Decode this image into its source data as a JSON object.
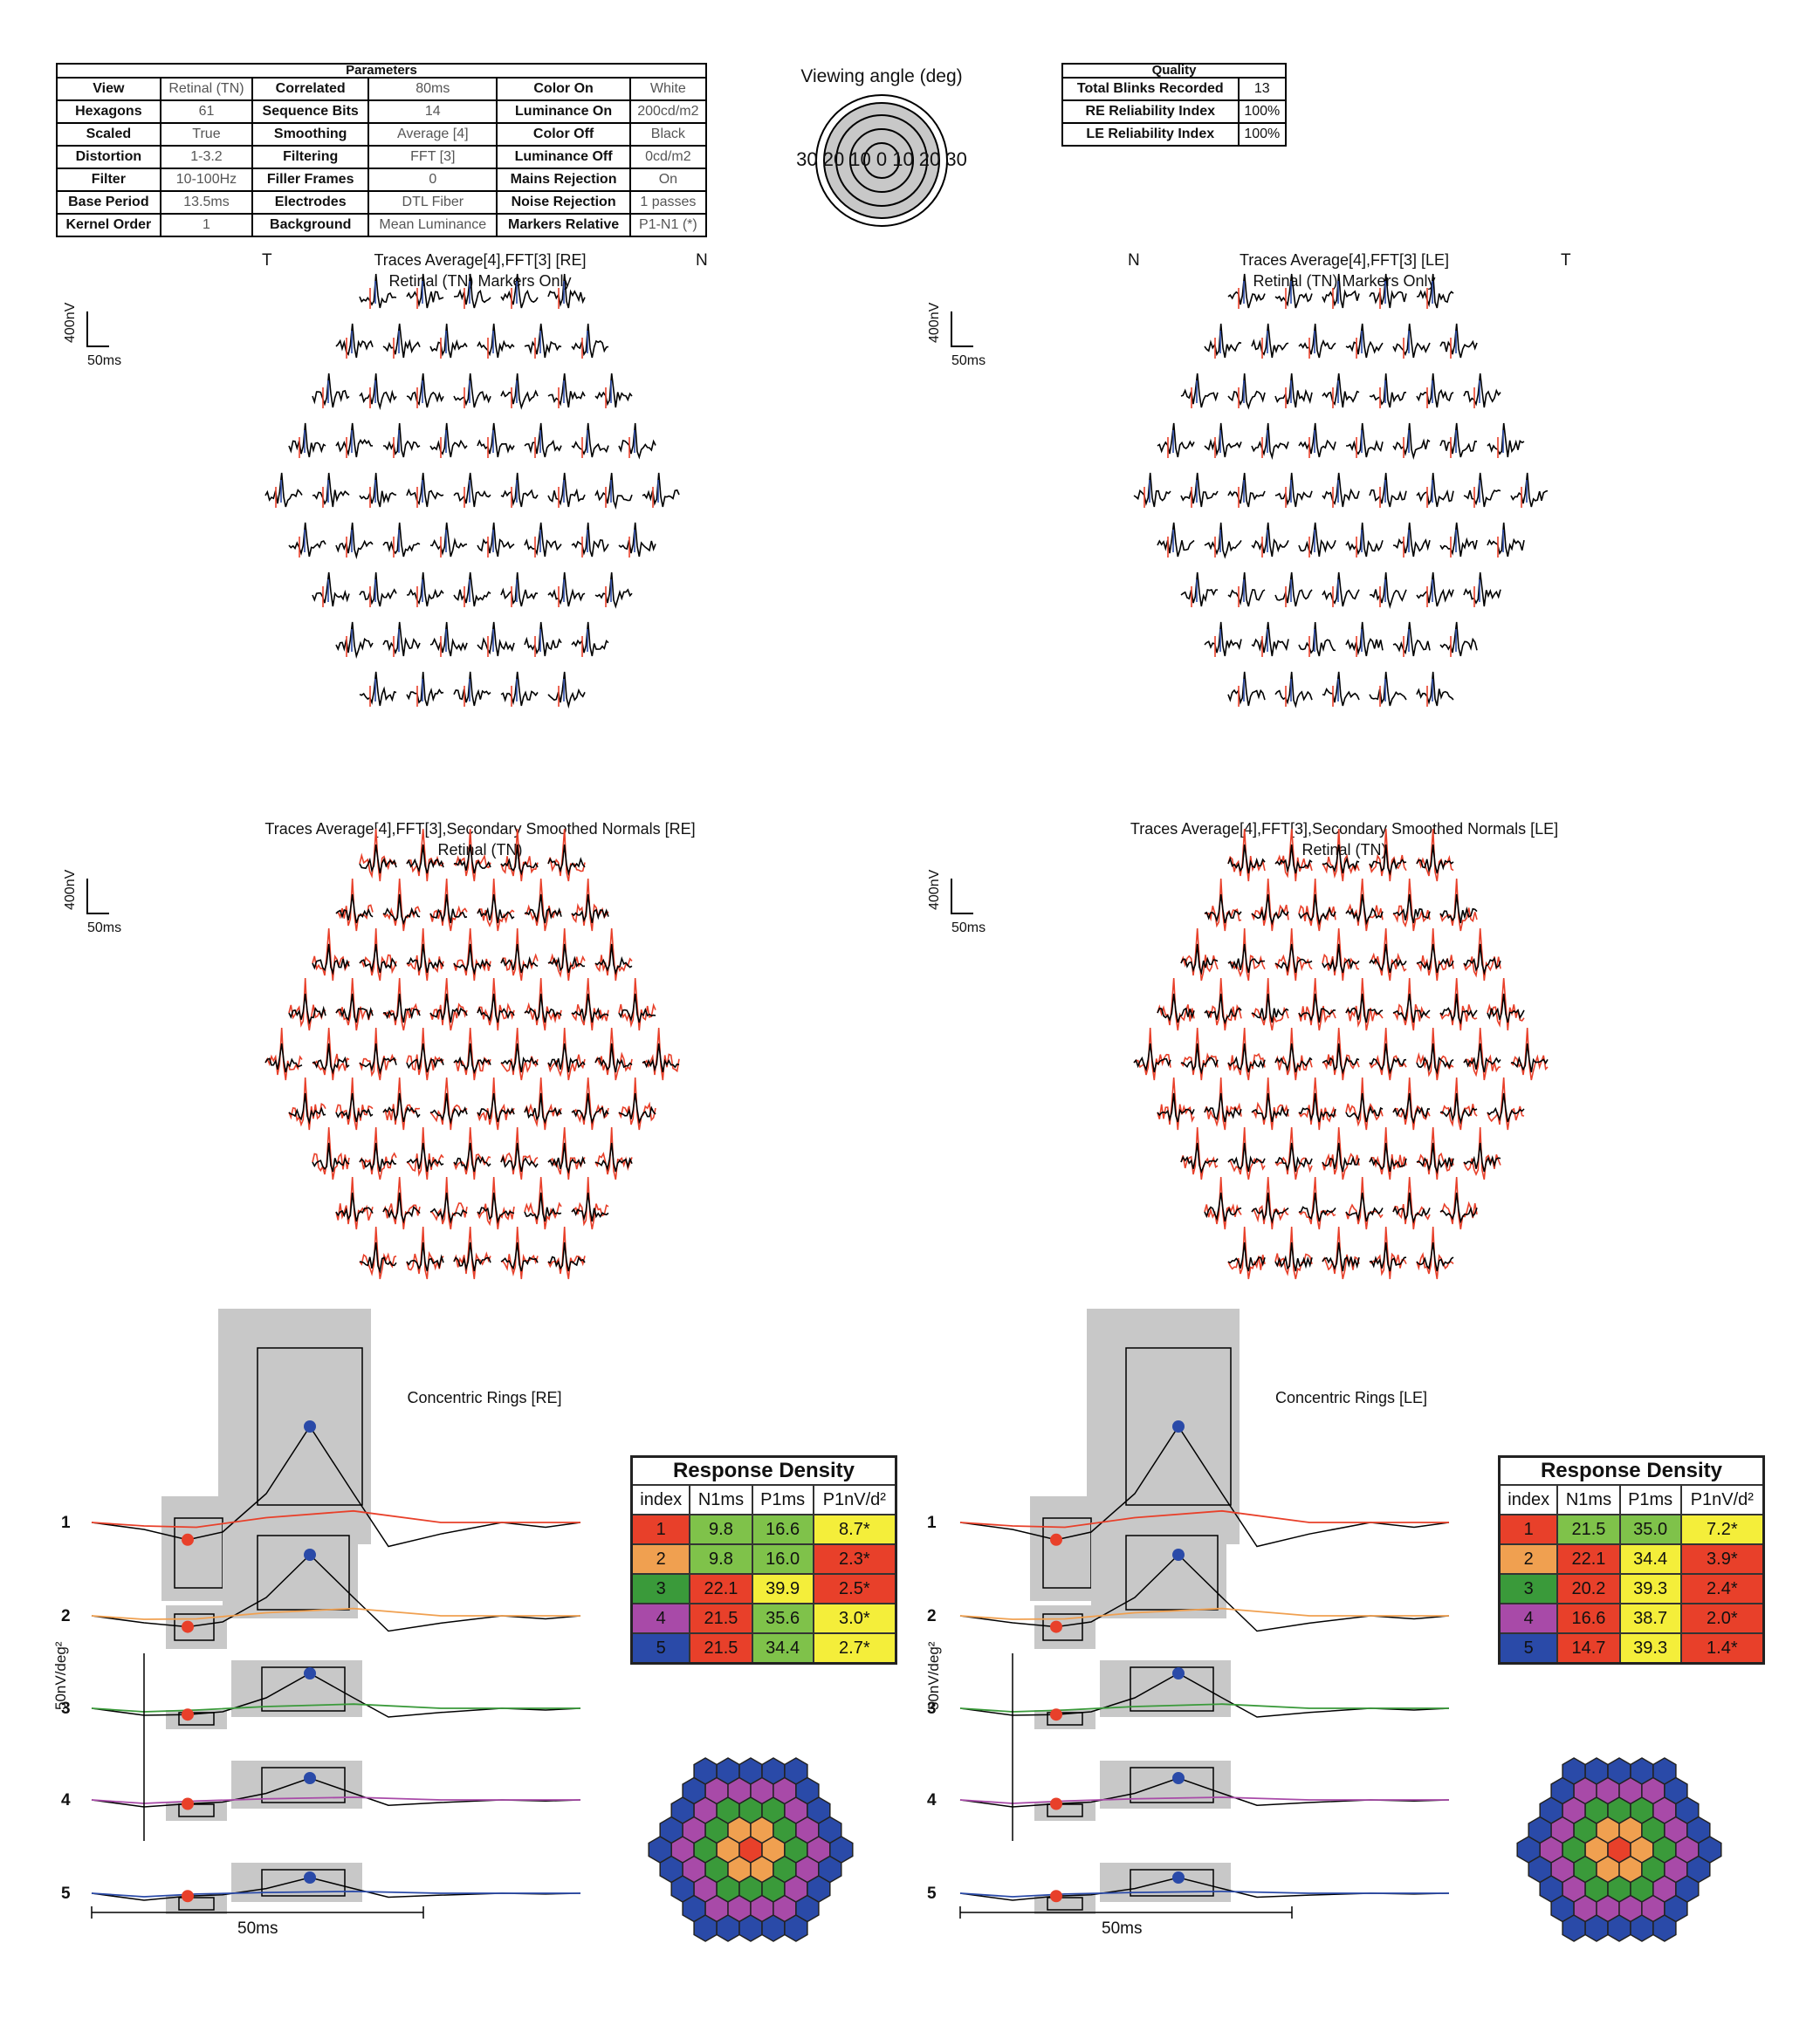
{
  "parameters": {
    "title": "Parameters",
    "rows": [
      [
        "View",
        "Retinal (TN)",
        "Correlated",
        "80ms",
        "Color On",
        "White"
      ],
      [
        "Hexagons",
        "61",
        "Sequence Bits",
        "14",
        "Luminance On",
        "200cd/m2"
      ],
      [
        "Scaled",
        "True",
        "Smoothing",
        "Average [4]",
        "Color Off",
        "Black"
      ],
      [
        "Distortion",
        "1-3.2",
        "Filtering",
        "FFT [3]",
        "Luminance Off",
        "0cd/m2"
      ],
      [
        "Filter",
        "10-100Hz",
        "Filler Frames",
        "0",
        "Mains Rejection",
        "On"
      ],
      [
        "Base Period",
        "13.5ms",
        "Electrodes",
        "DTL Fiber",
        "Noise Rejection",
        "1 passes"
      ],
      [
        "Kernel Order",
        "1",
        "Background",
        "Mean Luminance",
        "Markers Relative",
        "P1-N1 (*)"
      ]
    ]
  },
  "viewing_angle": {
    "title": "Viewing angle (deg)",
    "scale_text": "30 20 10 0 10 20 30"
  },
  "quality": {
    "title": "Quality",
    "rows": [
      [
        "Total Blinks Recorded",
        "13"
      ],
      [
        "RE Reliability Index",
        "100%"
      ],
      [
        "LE Reliability Index",
        "100%"
      ]
    ]
  },
  "right_eye": {
    "side_left": "T",
    "side_right": "N",
    "traces_title": "Traces Average[4],FFT[3] [RE]",
    "traces_subtitle": "Retinal (TN) Markers Only",
    "normals_title": "Traces Average[4],FFT[3],Secondary Smoothed Normals [RE]",
    "normals_subtitle": "Retinal (TN)",
    "rings_title": "Concentric Rings [RE]",
    "response_density": {
      "title": "Response Density",
      "columns": [
        "index",
        "N1ms",
        "P1ms",
        "P1nV/d²"
      ],
      "rows": [
        {
          "index": "1",
          "n1": "9.8",
          "p1": "16.6",
          "amp": "8.7*",
          "c_i": "#e8402a",
          "c_n": "#7fc24a",
          "c_p": "#7fc24a",
          "c_a": "#f4ee3a"
        },
        {
          "index": "2",
          "n1": "9.8",
          "p1": "16.0",
          "amp": "2.3*",
          "c_i": "#f0a050",
          "c_n": "#7fc24a",
          "c_p": "#7fc24a",
          "c_a": "#e8402a"
        },
        {
          "index": "3",
          "n1": "22.1",
          "p1": "39.9",
          "amp": "2.5*",
          "c_i": "#3a9a3a",
          "c_n": "#e8402a",
          "c_p": "#f4ee3a",
          "c_a": "#e8402a"
        },
        {
          "index": "4",
          "n1": "21.5",
          "p1": "35.6",
          "amp": "3.0*",
          "c_i": "#a84aa8",
          "c_n": "#e8402a",
          "c_p": "#7fc24a",
          "c_a": "#f4ee3a"
        },
        {
          "index": "5",
          "n1": "21.5",
          "p1": "34.4",
          "amp": "2.7*",
          "c_i": "#2a4aa8",
          "c_n": "#e8402a",
          "c_p": "#7fc24a",
          "c_a": "#f4ee3a"
        }
      ]
    }
  },
  "left_eye": {
    "side_left": "N",
    "side_right": "T",
    "traces_title": "Traces Average[4],FFT[3] [LE]",
    "traces_subtitle": "Retinal (TN) Markers Only",
    "normals_title": "Traces Average[4],FFT[3],Secondary Smoothed Normals [LE]",
    "normals_subtitle": "Retinal (TN)",
    "rings_title": "Concentric Rings [LE]",
    "response_density": {
      "title": "Response Density",
      "columns": [
        "index",
        "N1ms",
        "P1ms",
        "P1nV/d²"
      ],
      "rows": [
        {
          "index": "1",
          "n1": "21.5",
          "p1": "35.0",
          "amp": "7.2*",
          "c_i": "#e8402a",
          "c_n": "#7fc24a",
          "c_p": "#7fc24a",
          "c_a": "#f4ee3a"
        },
        {
          "index": "2",
          "n1": "22.1",
          "p1": "34.4",
          "amp": "3.9*",
          "c_i": "#f0a050",
          "c_n": "#e8402a",
          "c_p": "#f4ee3a",
          "c_a": "#e8402a"
        },
        {
          "index": "3",
          "n1": "20.2",
          "p1": "39.3",
          "amp": "2.4*",
          "c_i": "#3a9a3a",
          "c_n": "#e8402a",
          "c_p": "#f4ee3a",
          "c_a": "#e8402a"
        },
        {
          "index": "4",
          "n1": "16.6",
          "p1": "38.7",
          "amp": "2.0*",
          "c_i": "#a84aa8",
          "c_n": "#e8402a",
          "c_p": "#f4ee3a",
          "c_a": "#e8402a"
        },
        {
          "index": "5",
          "n1": "14.7",
          "p1": "39.3",
          "amp": "1.4*",
          "c_i": "#2a4aa8",
          "c_n": "#e8402a",
          "c_p": "#f4ee3a",
          "c_a": "#e8402a"
        }
      ]
    }
  },
  "scale_bar": {
    "voltage": "400nV",
    "time": "50ms"
  },
  "rings_axis": {
    "ylabel": "50nV/deg²",
    "xscale": "50ms",
    "ring_labels": [
      "1",
      "2",
      "3",
      "4",
      "5"
    ]
  },
  "colors": {
    "ring1": "#e8402a",
    "ring2": "#f0a050",
    "ring3": "#3a9a3a",
    "ring4": "#a84aa8",
    "ring5": "#2a4aa8",
    "marker_n": "#e8402a",
    "marker_p": "#2a4aa8",
    "normal_trace": "#e8402a"
  }
}
